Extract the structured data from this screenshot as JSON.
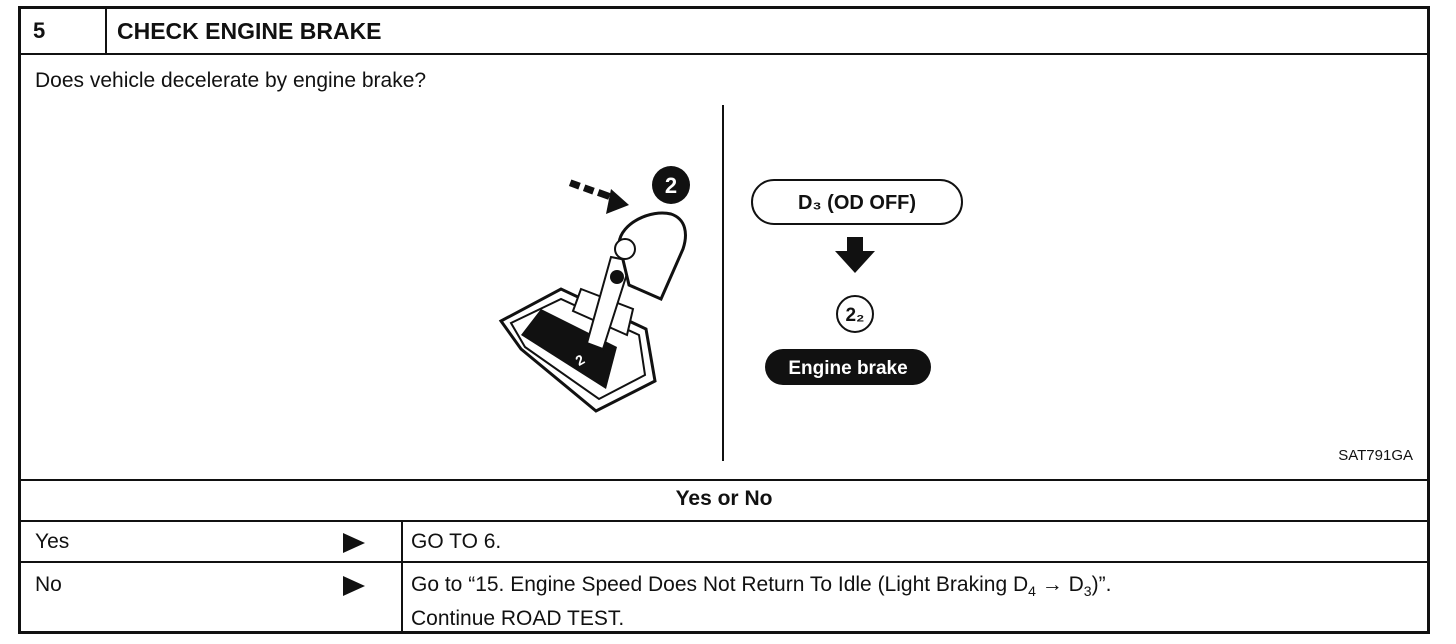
{
  "header": {
    "step_number": "5",
    "title": "CHECK ENGINE BRAKE"
  },
  "question": "Does vehicle decelerate by engine brake?",
  "figure": {
    "shift_badge": "2",
    "gate_label": "2",
    "mode_label": "D₃ (OD OFF)",
    "result_label": "2₂",
    "engine_brake_label": "Engine brake",
    "figure_code": "SAT791GA"
  },
  "table": {
    "heading": "Yes or No",
    "rows": [
      {
        "answer": "Yes",
        "action_line1": "GO TO 6.",
        "action_line2": ""
      },
      {
        "answer": "No",
        "action_line1_prefix": "Go to “15. Engine Speed Does Not Return To Idle (Light Braking D",
        "sub1": "4",
        "arrow": " → D",
        "sub2": "3",
        "action_line1_suffix": ")”.",
        "action_line2": "Continue ROAD TEST."
      }
    ]
  },
  "icons": {
    "row_arrow": "right-triangle-icon",
    "down_arrow": "down-arrow-icon",
    "motion_arrow": "motion-arrow-icon"
  }
}
